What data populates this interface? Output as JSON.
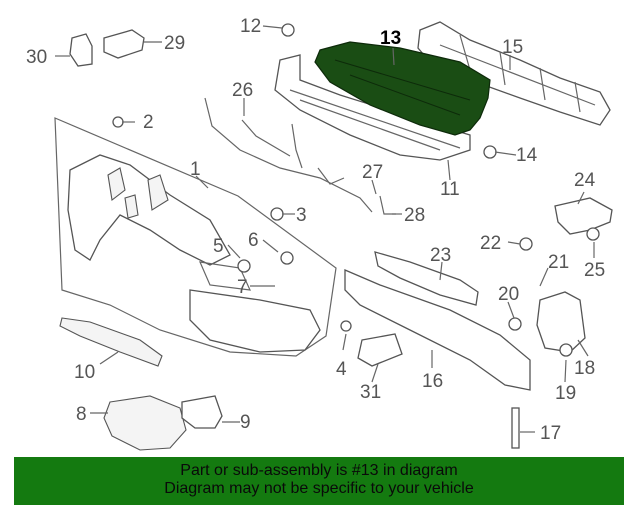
{
  "diagram": {
    "highlight_color": "#1a4d14",
    "callouts": [
      "1",
      "2",
      "3",
      "4",
      "5",
      "6",
      "7",
      "8",
      "9",
      "10",
      "11",
      "12",
      "13",
      "14",
      "15",
      "16",
      "17",
      "18",
      "19",
      "20",
      "21",
      "22",
      "23",
      "24",
      "25",
      "26",
      "27",
      "28",
      "29",
      "30",
      "31"
    ],
    "highlighted_callout": "13"
  },
  "banner": {
    "line1": "Part or sub-assembly is #13 in diagram",
    "line2": "Diagram may not be specific to your vehicle",
    "color": "#147a10"
  }
}
